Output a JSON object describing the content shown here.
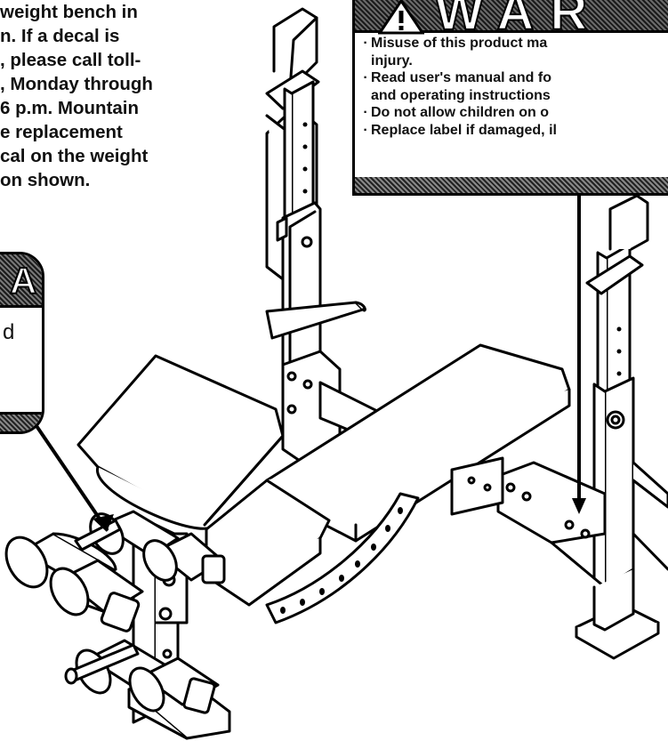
{
  "intro_lines": [
    "weight bench in",
    "n. If a decal is",
    ", please call toll-",
    ", Monday through",
    "6 p.m. Mountain",
    "e replacement",
    "cal on the weight",
    "on shown."
  ],
  "warning_label": {
    "header": "WAR",
    "items": [
      "Misuse of this product ma",
      "injury.",
      "Read user's manual and fo",
      "and operating instructions",
      "Do not allow children on o",
      "Replace label if damaged, il"
    ]
  },
  "decal": {
    "mark": "A",
    "text": "d"
  },
  "icons": {
    "warning_triangle": "warning-triangle-icon"
  }
}
